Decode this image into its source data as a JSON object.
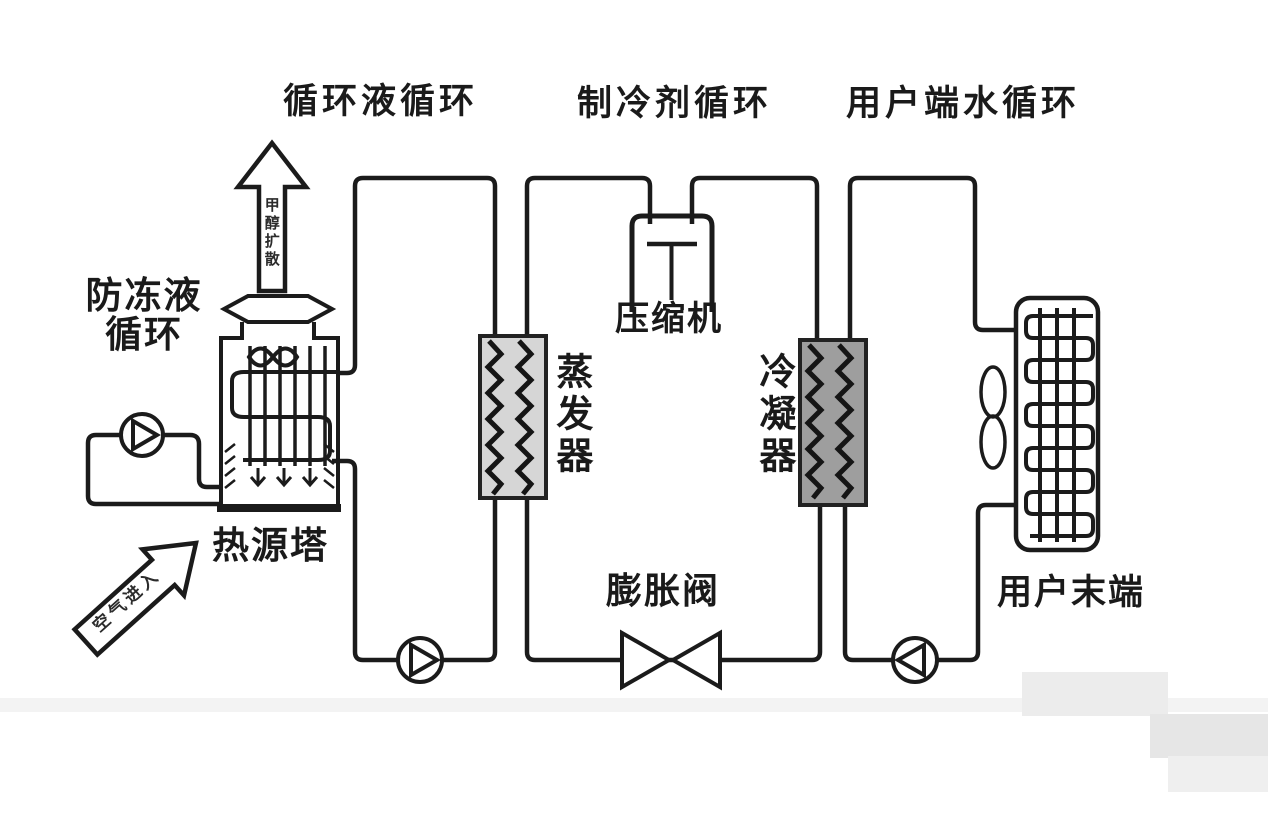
{
  "diagram": {
    "loop_labels": {
      "circulating_liquid": "循环液循环",
      "refrigerant": "制冷剂循环",
      "user_side_water": "用户端水循环",
      "antifreeze_line1": "防冻液",
      "antifreeze_line2": "循环"
    },
    "component_labels": {
      "compressor": "压缩机",
      "evaporator": "蒸发器",
      "condenser": "冷凝器",
      "heat_source_tower": "热源塔",
      "expansion_valve": "膨胀阀",
      "user_terminal": "用户末端"
    },
    "flow_annotations": {
      "top_arrow": "甲醇扩散",
      "air_inlet_arrow": "空气进入"
    },
    "icons": {
      "pump": "circle-with-triangle",
      "fan": "figure-eight-blades",
      "expansion_valve": "bowtie-valve",
      "compressor": "rounded-shell-with-piston",
      "heat_exchanger": "gray-rectangle-with-zigzag-coils",
      "heat_source_tower": "tower-with-louver-fan-coil-and-basin",
      "user_terminal": "fan-coil-unit"
    },
    "colors": {
      "line": "#1b1b1b",
      "evaporator_fill": "#d6d6d6",
      "condenser_fill": "#9e9e9e",
      "background": "#ffffff",
      "watermark": "#e9e9e9"
    }
  }
}
